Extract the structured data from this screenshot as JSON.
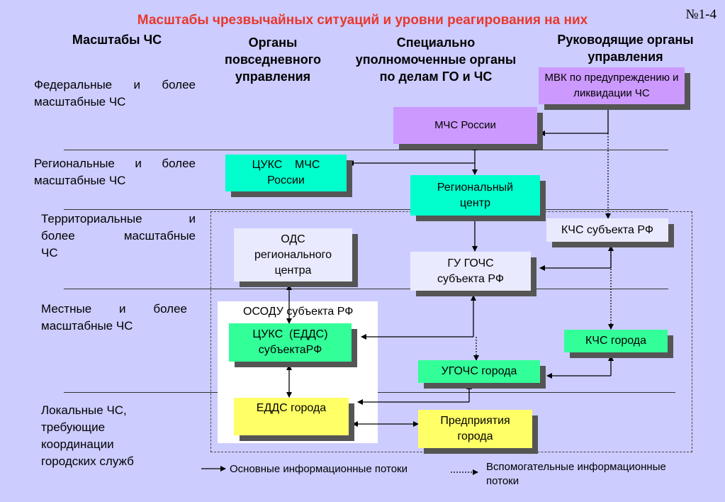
{
  "title": "Масштабы чрезвычайных ситуаций и уровни реагирования на них",
  "slide_number": "№1-4",
  "columns": {
    "scales": "Масштабы ЧС",
    "daily": [
      "Органы",
      "повседневного",
      "управления"
    ],
    "special": [
      "Специально",
      "уполномоченные органы",
      "по делам ГО и ЧС"
    ],
    "command": [
      "Руководящие органы",
      "управления"
    ]
  },
  "rows": {
    "federal": [
      "Федеральные и более",
      "масштабные ЧС"
    ],
    "regional": [
      "Региональные и более",
      "масштабные ЧС"
    ],
    "territorial": [
      "Территориальные и",
      "более масштабные",
      "ЧС"
    ],
    "local": [
      "Местные и более",
      "масштабные ЧС"
    ],
    "localized": [
      "Локальные ЧС,",
      "требующие",
      "координации",
      "городских служб"
    ]
  },
  "boxes": {
    "mvk": [
      "МВК по предупреждению и",
      "ликвидации ЧС"
    ],
    "mchs": "МЧС России",
    "tsuks_mchs": [
      "ЦУКС    МЧС",
      "России"
    ],
    "regional_center": [
      "Региональный",
      "центр"
    ],
    "kchs_subject": "КЧС субъекта РФ",
    "ods": [
      "ОДС",
      "регионального",
      "центра"
    ],
    "gu_gochs": [
      "ГУ ГОЧС",
      "субъекта РФ"
    ],
    "osodu": "ОСОДУ субъекта РФ",
    "tsuks_edds": [
      "ЦУКС  (ЕДДС)",
      "субъектаРФ"
    ],
    "kchs_city": "КЧС города",
    "ugochs": "УГОЧС города",
    "edds": "ЕДДС города",
    "enterprises": [
      "Предприятия",
      "города"
    ]
  },
  "legend": {
    "main": "Основные информационные потоки",
    "aux": [
      "Вспомогательные информационные",
      "потоки"
    ]
  },
  "colors": {
    "background": "#ccccff",
    "title": "#e8382c",
    "purple_box": "#cc99ff",
    "teal_box": "#00ffcc",
    "green_box": "#33ff99",
    "yellow_box": "#ffff66"
  }
}
